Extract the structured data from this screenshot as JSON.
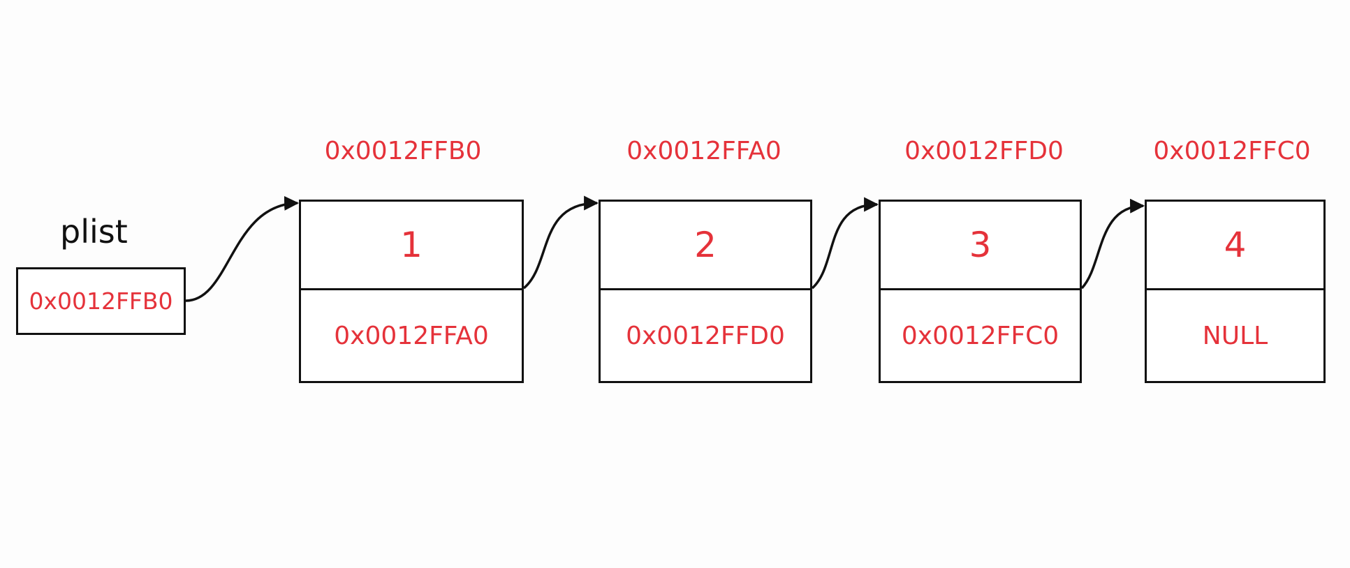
{
  "pointer": {
    "label": "plist",
    "value": "0x0012FFB0"
  },
  "nodes": [
    {
      "address": "0x0012FFB0",
      "data": "1",
      "next": "0x0012FFA0"
    },
    {
      "address": "0x0012FFA0",
      "data": "2",
      "next": "0x0012FFD0"
    },
    {
      "address": "0x0012FFD0",
      "data": "3",
      "next": "0x0012FFC0"
    },
    {
      "address": "0x0012FFC0",
      "data": "4",
      "next": "NULL"
    }
  ],
  "colors": {
    "text_highlight": "#e5323a",
    "lines": "#111111"
  }
}
